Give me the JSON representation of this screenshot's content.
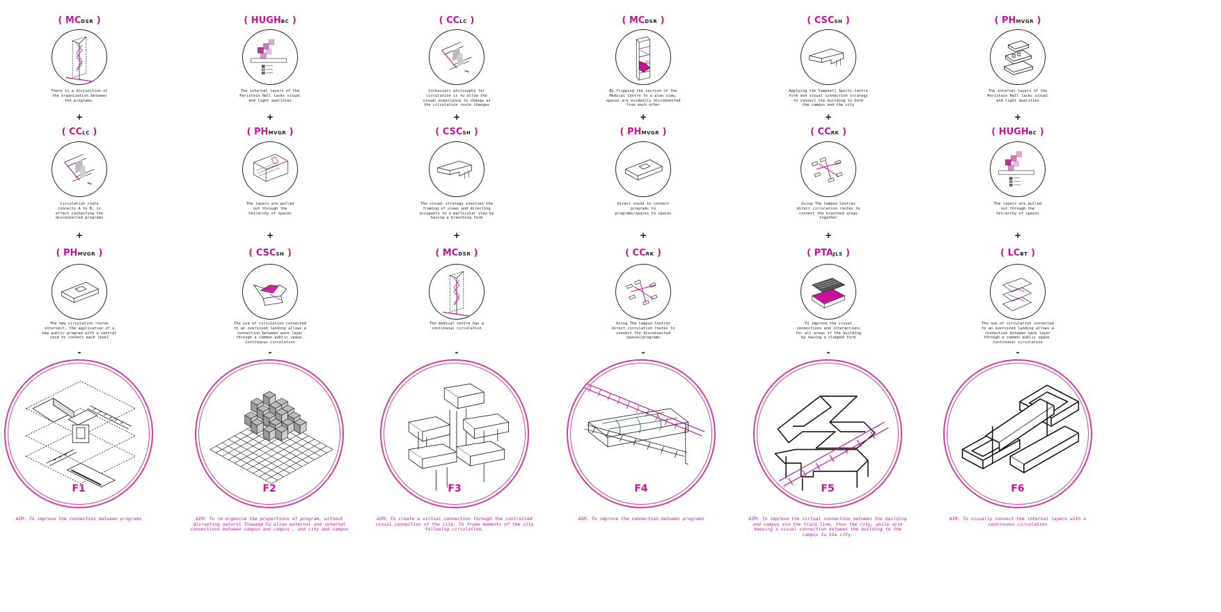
{
  "columns": [
    {
      "rows": [
        {
          "code": "MC",
          "sub": "DSR",
          "caption": "There is a disjunction of\nthe organization between\nthe programs.",
          "icon": "tower-section-icon"
        },
        {
          "code": "CC",
          "sub": "LC",
          "caption": "Circulation route\nconnects A to B, in\neffect connecting the\ndisconnected programs",
          "icon": "ramp-diagram-icon"
        },
        {
          "code": "PH",
          "sub": "MVGR",
          "caption": "The new circulation routes\nintersect, the application of a\nnew public program with a central\nvoid to connect each level",
          "icon": "void-box-icon"
        }
      ],
      "ops": [
        "+",
        "+",
        "-"
      ],
      "figure": "F1",
      "aim": "AIM: To improve the connection between programs",
      "figure_icon": "layered-stairs-icon"
    },
    {
      "rows": [
        {
          "code": "HUGH",
          "sub": "BC",
          "caption": "The internal layers of the\nPeristein Hall lacks visual\nand light qualities",
          "icon": "layers-section-icon"
        },
        {
          "code": "PH",
          "sub": "MVGR",
          "caption": "The layers are pulled\nout through the\nheirarchy of spaces",
          "icon": "grid-box-icon"
        },
        {
          "code": "CSC",
          "sub": "SH",
          "caption": "The use of circulation connected\nto an oversized landing allows a\nconnection between each layer\nthrough a common public space.\nContinuous circulation",
          "icon": "landing-form-icon"
        }
      ],
      "ops": [
        "+",
        "+",
        "-"
      ],
      "figure": "F2",
      "aim": "AIM: To re-organise the proportions of program, without\ndisrupting natural flowand to allow external and internal\nconnections between campus and campus , and city and campus",
      "figure_icon": "cube-grid-icon"
    },
    {
      "rows": [
        {
          "code": "CC",
          "sub": "LC",
          "caption": "Corbusiers philosophy for\ncirculation is to allow the\nvisual experience to change as\nthe circulation route changes",
          "icon": "ramp-diagram-icon"
        },
        {
          "code": "CSC",
          "sub": "SH",
          "caption": "The visual strategy involves the\nframing of views and directing\noccupants to a particular view by\nhaving a branching form",
          "icon": "branching-form-icon"
        },
        {
          "code": "MC",
          "sub": "DSR",
          "caption": "The medical centre has a\ncontinuous circulation",
          "icon": "tower-section-icon"
        }
      ],
      "ops": [
        "+",
        "+",
        "-"
      ],
      "figure": "F3",
      "aim": "AIM: To create a virtual connection through the controlled\nvisual connection of the city. To frame moments of the city\nfollowing circulation.",
      "figure_icon": "stacked-blocks-icon"
    },
    {
      "rows": [
        {
          "code": "MC",
          "sub": "DSR",
          "caption": "By flipping the section of the\nMedical Centre to a plan view,\nspaces are evidently disconnected\nfrom each other",
          "icon": "flipped-section-icon"
        },
        {
          "code": "PH",
          "sub": "MVGR",
          "caption": "Direct voids to connect\nprograms to\nprograms/spaces to spaces",
          "icon": "void-box-icon"
        },
        {
          "code": "CC",
          "sub": "RK",
          "caption": "Using The Campus Centres\ndirect circulation routes to\nconnect the disconnected\nspaces/programs",
          "icon": "campus-routes-icon"
        }
      ],
      "ops": [
        "+",
        "+",
        "-"
      ],
      "figure": "F4",
      "aim": "AIM: To improve the connection between programs",
      "figure_icon": "rail-bridge-icon"
    },
    {
      "rows": [
        {
          "code": "CSC",
          "sub": "SH",
          "caption": "Applying the Campbell Sports Centre\nform and visual connection strategy\nto  connect the building to both\nthe campus and the city",
          "icon": "branching-form-icon"
        },
        {
          "code": "CC",
          "sub": "RK",
          "caption": "Using The Campus Centres\ndirect circulation routes to\nconnect the branched areas\ntogether",
          "icon": "campus-routes-icon"
        },
        {
          "code": "PTA",
          "sub": "JLS",
          "caption": "To improve the visual\nconnections and interactions\nfor all areas of the building\nby having a slopped form",
          "icon": "sloped-roof-icon"
        }
      ],
      "ops": [
        "+",
        "+",
        "-"
      ],
      "figure": "F5",
      "aim": "AIM: To improve the virtual connection between the building\nand campus via the train line, thus the city, while also\nkeeping a visual connection between the building to the\ncampus to the city.",
      "figure_icon": "zigzag-form-icon"
    },
    {
      "rows": [
        {
          "code": "PH",
          "sub": "MVGR",
          "caption": "The internal layers of the\nPeristein Hall lacks visual\nand light qualities",
          "icon": "stacked-layers-icon"
        },
        {
          "code": "HUGH",
          "sub": "BC",
          "caption": "The layers are pulled\nout through the\nheirarchy of spaces",
          "icon": "layers-section-icon"
        },
        {
          "code": "LC",
          "sub": "BT",
          "caption": "The use of circulation connected\nto an oversized landing allows a\nconnection between each layer\nthrough a common public space.\nContinuous circulation",
          "icon": "spiral-ramps-icon"
        }
      ],
      "ops": [
        "+",
        "+",
        "-"
      ],
      "figure": "F6",
      "aim": "AIM: To visually connect the internal layers with a\ncontinuous circulation",
      "figure_icon": "interlocked-frame-icon"
    }
  ],
  "colors": {
    "accent": "#c8129b",
    "line": "#222222"
  }
}
